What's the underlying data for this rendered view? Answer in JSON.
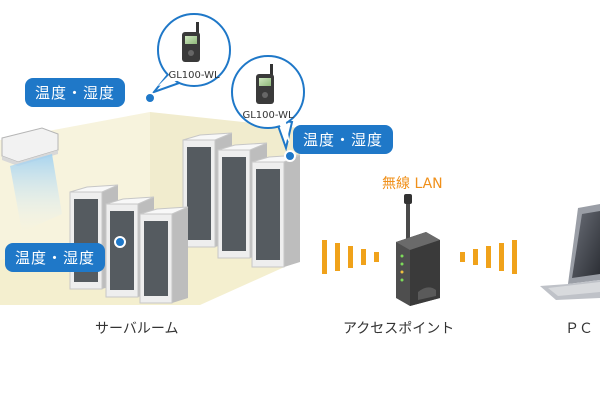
{
  "callouts": {
    "top_left": "温度・湿度",
    "top_right": "温度・湿度",
    "bottom_left": "温度・湿度"
  },
  "devices": {
    "logger_1": "GL100-WL",
    "logger_2": "GL100-WL"
  },
  "wireless_label": "無線 LAN",
  "captions": {
    "server_room": "サーバルーム",
    "access_point": "アクセスポイント",
    "pc": "ＰＣ"
  },
  "colors": {
    "callout_blue": "#1f78c8",
    "wireless_orange": "#f0901a",
    "room_floor": "#f4efcf",
    "server_gray": "#e6e6e6"
  }
}
